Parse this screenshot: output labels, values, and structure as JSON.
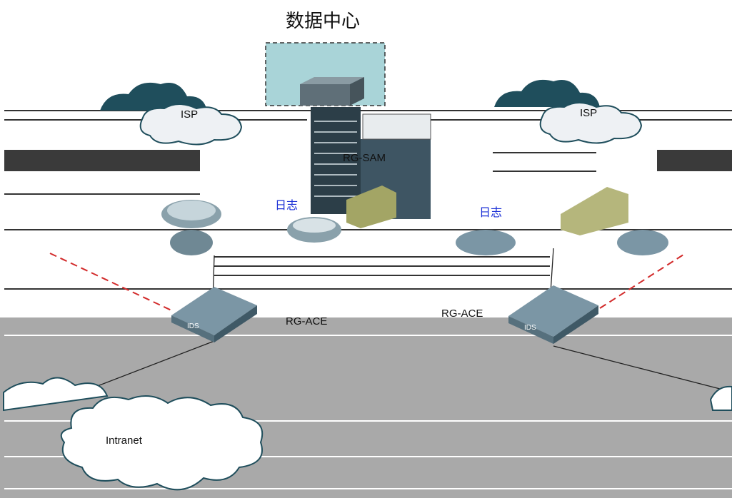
{
  "title": "数据中心",
  "labels": {
    "sam": "RG-SAM",
    "log_left": "日志",
    "log_right": "日志",
    "ace_left": "RG-ACE",
    "ace_right": "RG-ACE",
    "isp_left": "ISP",
    "isp_right": "ISP",
    "intranet": "Intranet",
    "ids": "IDS"
  },
  "colors": {
    "gray_band": "#a9a9a9",
    "cloud_dark": "#1f4e5c",
    "cloud_light": "#eef1f4",
    "router_body": "#7b96a5",
    "red_link": "#d22a2a",
    "blue_text": "#1a2fd6",
    "server_panel": "#a9d4d8"
  },
  "icons": [
    "cloud-icon",
    "server-icon",
    "router-icon",
    "ids-switch-icon",
    "firewall-icon"
  ]
}
